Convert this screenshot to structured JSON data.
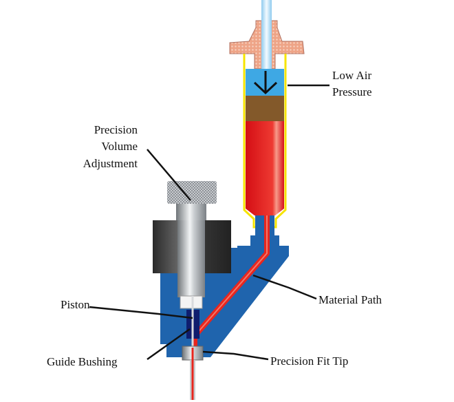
{
  "labels": {
    "low_air_pressure": [
      "Low Air",
      "Pressure"
    ],
    "precision_volume_adjustment": [
      "Precision",
      "Volume",
      "Adjustment"
    ],
    "material_path": "Material Path",
    "piston": "Piston",
    "guide_bushing": "Guide Bushing",
    "precision_fit_tip": "Precision Fit Tip"
  },
  "colors": {
    "body": "#1f64ad",
    "material": "#e31a1c",
    "air": "#3ea8e4",
    "plunger": "#83592a",
    "cap": "#eea487",
    "barrel_outline": "#f6e400",
    "bushing": "#0f1d6e"
  }
}
